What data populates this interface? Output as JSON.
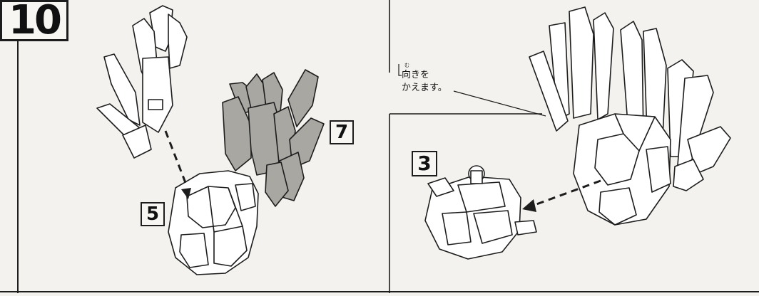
{
  "step": {
    "number": "10"
  },
  "parts": {
    "part_7": "7",
    "part_5": "5",
    "part_3": "3"
  },
  "note": {
    "ruby": "む",
    "line1": "向きを",
    "line2": "かえます。"
  },
  "colors": {
    "background": "#f4f2ee",
    "line": "#1d1d1d",
    "part_fill": "#ffffff",
    "highlight_part": "#a9a7a2"
  }
}
